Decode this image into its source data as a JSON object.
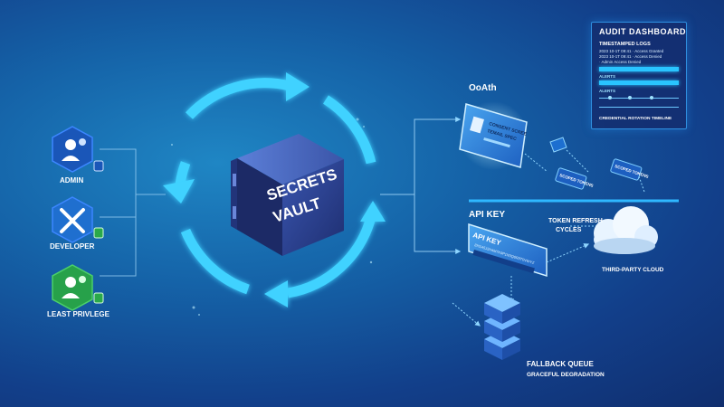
{
  "vault": {
    "line1": "SECRETS",
    "line2": "VAULT"
  },
  "roles": [
    {
      "label": "ADMIN",
      "icon": "user-gear-icon",
      "color": "#1a56b8",
      "lock_color": "#1a56b8"
    },
    {
      "label": "DEVELOPER",
      "icon": "wrench-screwdriver-icon",
      "color": "#1f6fcf",
      "lock_color": "#2aa94a"
    },
    {
      "label": "LEAST PRIVLEGE",
      "icon": "user-gear-icon",
      "color": "#27a14a",
      "lock_color": "#2aa94a"
    }
  ],
  "oauth": {
    "label": "OoAth",
    "card_text": [
      "CONSENT SCREE",
      "TEMAIL SPEC"
    ],
    "tags": [
      "SCOPED TOKENS",
      "SCOPED TOKENS"
    ]
  },
  "api_key": {
    "label": "API KEY",
    "card_label": "API KEY",
    "card_text": "8XSA5J2H4M7K9P1N3Q6R8T0VWYZ"
  },
  "token_refresh": {
    "line1": "TOKEN REFRESH",
    "line2": "CYCLES"
  },
  "third_party": "THIRD-PARTY CLOUD",
  "fallback": {
    "title": "FALLBACK QUEUE",
    "subtitle": "GRACEFUL DEGRADATION"
  },
  "audit": {
    "title": "AUDIT DASHBOARD",
    "logs_title": "TIMESTAMPED LOGS",
    "log_lines": [
      "2023 10-1T 09:41 · Access Granted",
      "2023 10-1T 09:41 · Access Denied",
      "· Admin Access Denied"
    ],
    "alerts": [
      "ALERTS",
      "ALERTS"
    ],
    "timeline": "CREDENTIAL ROTATION TIMELINE"
  },
  "colors": {
    "accent": "#29c4ff",
    "background": "#1563a8",
    "vault": "#2b3f8c",
    "green": "#27a14a"
  }
}
